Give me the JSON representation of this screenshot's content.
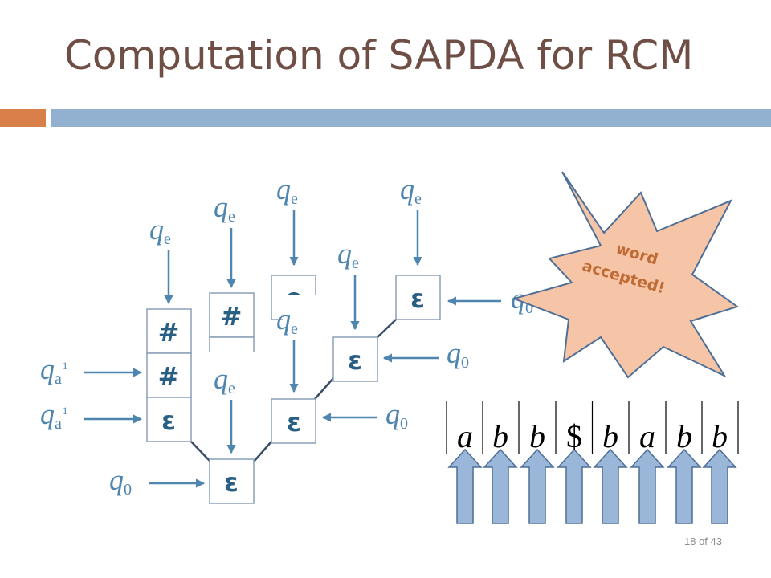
{
  "title": "Computation of SAPDA for RCM",
  "page_number": "18 of 43",
  "starburst": {
    "line1": "word",
    "line2": "accepted!"
  },
  "symbols": {
    "hash": "#",
    "epsilon": "ε",
    "epsilon_partial": "e"
  },
  "labels": {
    "qe_main": "q",
    "qe_sub": "e",
    "q0_main": "q",
    "q0_sub": "0",
    "qa_main": "q",
    "qa_sub": "a",
    "qa_sup": "1"
  },
  "tape": [
    "a",
    "b",
    "b",
    "$",
    "b",
    "a",
    "b",
    "b"
  ],
  "colors": {
    "accent": "#d9804a",
    "bar": "#92b0cf",
    "title": "#6e4e45",
    "label": "#4f86b0",
    "symbol": "#2a5f84",
    "starburst": "#f6c4a6",
    "tape_arrow": "#9ab7d9"
  }
}
